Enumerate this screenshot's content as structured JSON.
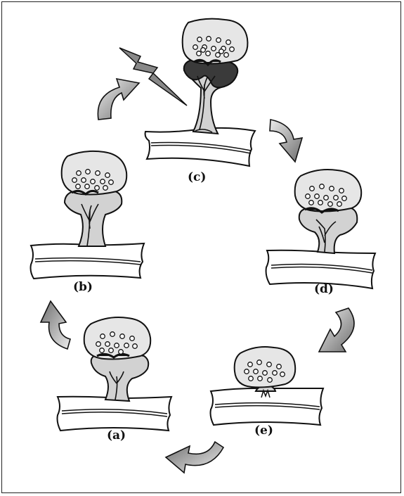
{
  "colors": {
    "outline": "#111111",
    "vesicle_fill": "#e6e6e6",
    "cell_fill": "#ffffff",
    "spine_light": "#d2d2d2",
    "spine_dark": "#3a3a3a",
    "lightning": "#888888",
    "arrow_dark": "#6e6e6e",
    "arrow_light": "#ececec"
  },
  "stages": [
    {
      "id": "a",
      "label": "(a)"
    },
    {
      "id": "b",
      "label": "(b)"
    },
    {
      "id": "c",
      "label": "(c)"
    },
    {
      "id": "d",
      "label": "(d)"
    },
    {
      "id": "e",
      "label": "(e)"
    }
  ],
  "icons": {
    "stimulus": "lightning-bolt-icon",
    "cycle_arrow": "curved-arrow-icon"
  }
}
